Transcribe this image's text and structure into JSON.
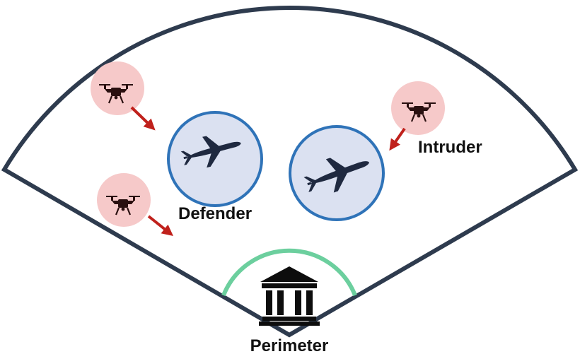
{
  "labels": {
    "defender": "Defender",
    "intruder": "Intruder",
    "perimeter": "Perimeter"
  },
  "colors": {
    "sector_outline": "#2e3b4e",
    "perimeter_arc": "#6ccf9e",
    "defender_fill": "#dbe1f1",
    "defender_ring": "#2f73b8",
    "aircraft": "#1f2940",
    "intruder_bubble": "#f6c9c9",
    "arrow": "#c0211c",
    "building": "#0d0d0d"
  },
  "icons": {
    "intruder": "quadcopter-drone-icon",
    "defender": "uav-aircraft-icon",
    "protected_asset": "building-columns-icon"
  }
}
